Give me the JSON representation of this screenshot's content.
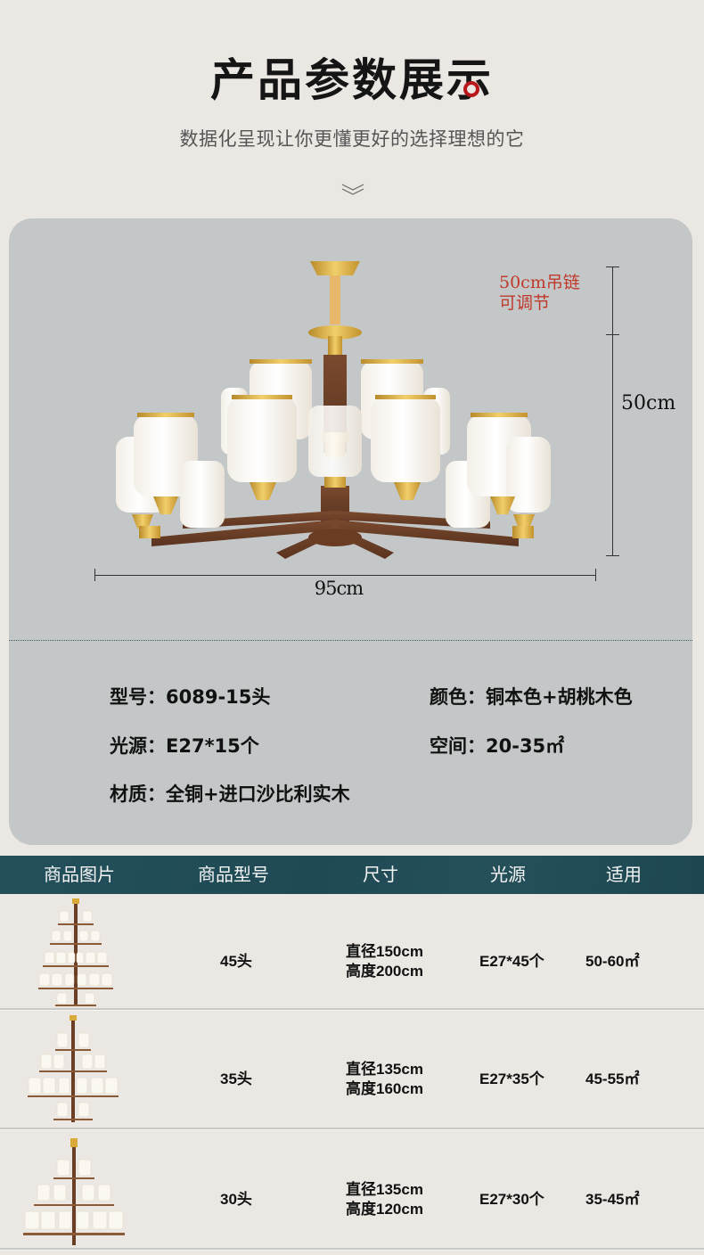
{
  "header": {
    "title": "产品参数展示",
    "subtitle": "数据化呈现让你更懂更好的选择理想的它",
    "scroll_icon": "double-chevron-down-icon"
  },
  "product_image": {
    "chain_note_line1": "50cm吊链",
    "chain_note_line2": "可调节",
    "height_label": "50cm",
    "width_label": "95cm"
  },
  "specs": {
    "model": "型号：6089-15头",
    "light_source": "光源：E27*15个",
    "material": "材质：全铜+进口沙比利实木",
    "color": "颜色：铜本色+胡桃木色",
    "space": "空间：20-35㎡"
  },
  "table": {
    "columns": [
      "商品图片",
      "商品型号",
      "尺寸",
      "光源",
      "适用"
    ],
    "rows": [
      {
        "model": "45头",
        "diameter": "直径150cm",
        "height": "高度200cm",
        "light": "E27*45个",
        "area": "50-60㎡"
      },
      {
        "model": "35头",
        "diameter": "直径135cm",
        "height": "高度160cm",
        "light": "E27*35个",
        "area": "45-55㎡"
      },
      {
        "model": "30头",
        "diameter": "直径135cm",
        "height": "高度120cm",
        "light": "E27*30个",
        "area": "35-45㎡"
      }
    ]
  },
  "colors": {
    "page_bg": "#ebe8e4",
    "card_bg": "#c4c7c8",
    "accent_red": "#b8161a",
    "note_red": "#c0392b",
    "table_header": "#23505b",
    "brass": "#d9a93a",
    "walnut": "#6b3f26"
  }
}
